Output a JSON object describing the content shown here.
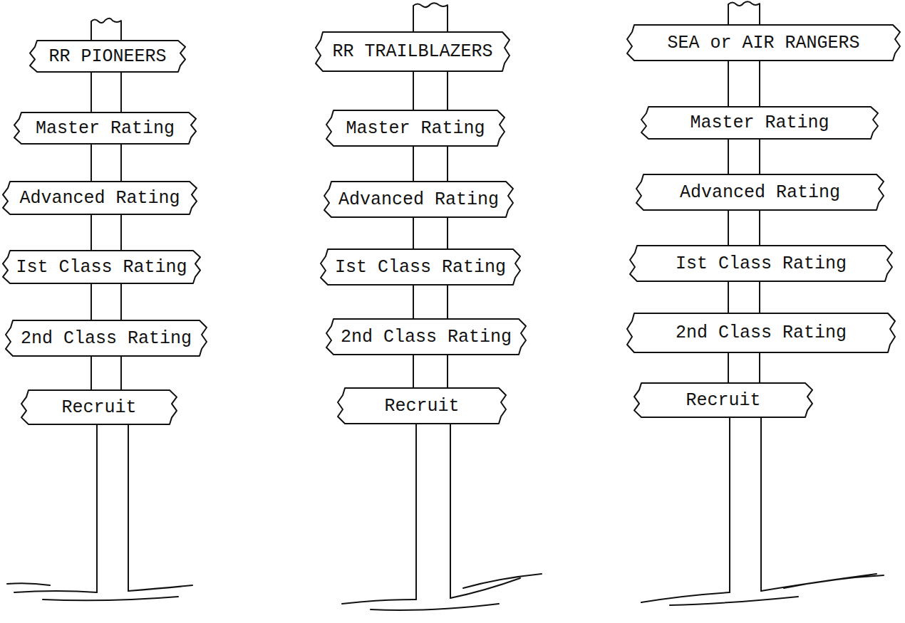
{
  "diagram": {
    "nodes": [
      {
        "text": [
          "RR PIONEERS"
        ]
      },
      {
        "text": [
          "Master Rating"
        ]
      },
      {
        "text": [
          "Advanced Rating"
        ]
      },
      {
        "text": [
          "Ist Class Rating"
        ]
      },
      {
        "text": [
          "2nd Class Rating"
        ]
      },
      {
        "text": [
          "Recruit"
        ]
      },
      {
        "text": [
          "RR TRAILBLAZERS"
        ]
      },
      {
        "text": [
          "Master Rating"
        ]
      },
      {
        "text": [
          "Advanced Rating"
        ]
      },
      {
        "text": [
          "Ist Class Rating"
        ]
      },
      {
        "text": [
          "2nd Class Rating"
        ]
      },
      {
        "text": [
          "Recruit"
        ]
      },
      {
        "text": [
          "SEA or AIR RANGERS"
        ]
      },
      {
        "text": [
          "Master Rating"
        ]
      },
      {
        "text": [
          "Advanced Rating"
        ]
      },
      {
        "text": [
          "Ist Class Rating"
        ]
      },
      {
        "text": [
          "2nd Class Rating"
        ]
      },
      {
        "text": [
          "Recruit"
        ]
      }
    ],
    "edges": [
      {
        "from": 0,
        "to": 1,
        "arrow": "none"
      },
      {
        "from": 1,
        "to": 2,
        "arrow": "none"
      },
      {
        "from": 2,
        "to": 3,
        "arrow": "none"
      },
      {
        "from": 3,
        "to": 4,
        "arrow": "none"
      },
      {
        "from": 4,
        "to": 5,
        "arrow": "none"
      },
      {
        "from": 6,
        "to": 7,
        "arrow": "none"
      },
      {
        "from": 7,
        "to": 8,
        "arrow": "none"
      },
      {
        "from": 8,
        "to": 9,
        "arrow": "none"
      },
      {
        "from": 9,
        "to": 10,
        "arrow": "none"
      },
      {
        "from": 10,
        "to": 11,
        "arrow": "none"
      },
      {
        "from": 12,
        "to": 13,
        "arrow": "none"
      },
      {
        "from": 13,
        "to": 14,
        "arrow": "none"
      },
      {
        "from": 14,
        "to": 15,
        "arrow": "none"
      },
      {
        "from": 15,
        "to": 16,
        "arrow": "none"
      },
      {
        "from": 16,
        "to": 17,
        "arrow": "none"
      }
    ]
  }
}
